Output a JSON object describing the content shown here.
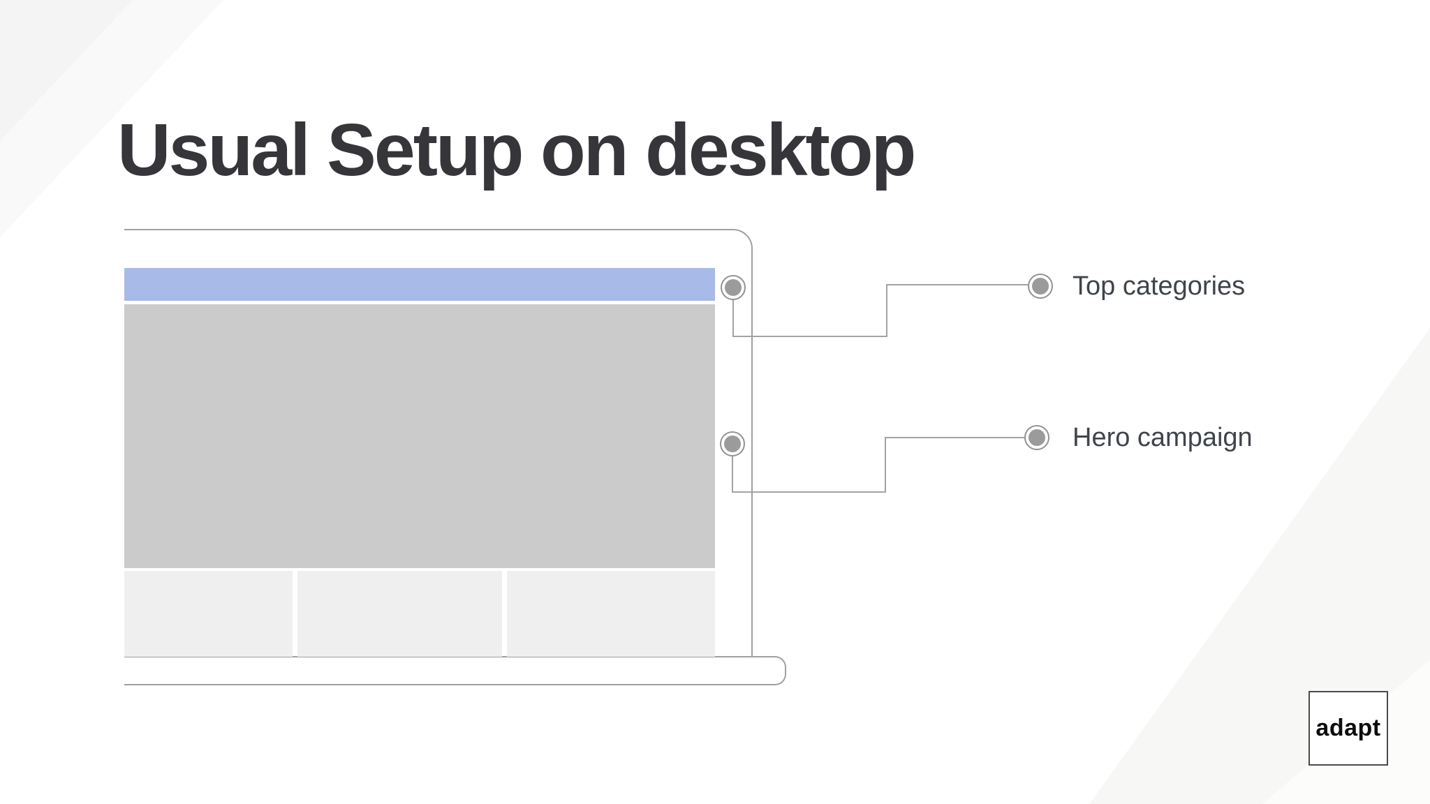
{
  "slide": {
    "title": "Usual Setup on desktop",
    "annotations": [
      {
        "label": "Top categories"
      },
      {
        "label": "Hero campaign"
      }
    ],
    "logo_text": "adapt",
    "colors": {
      "category_bar": "#a8bae7",
      "hero_area": "#cbcbcb",
      "product_tiles": "#efefef",
      "frame_line": "#a0a0a0",
      "connector_line": "#a3a3a3",
      "dot_fill": "#9b9b9b",
      "title_text": "#35353a",
      "label_text": "#3f444b"
    }
  }
}
